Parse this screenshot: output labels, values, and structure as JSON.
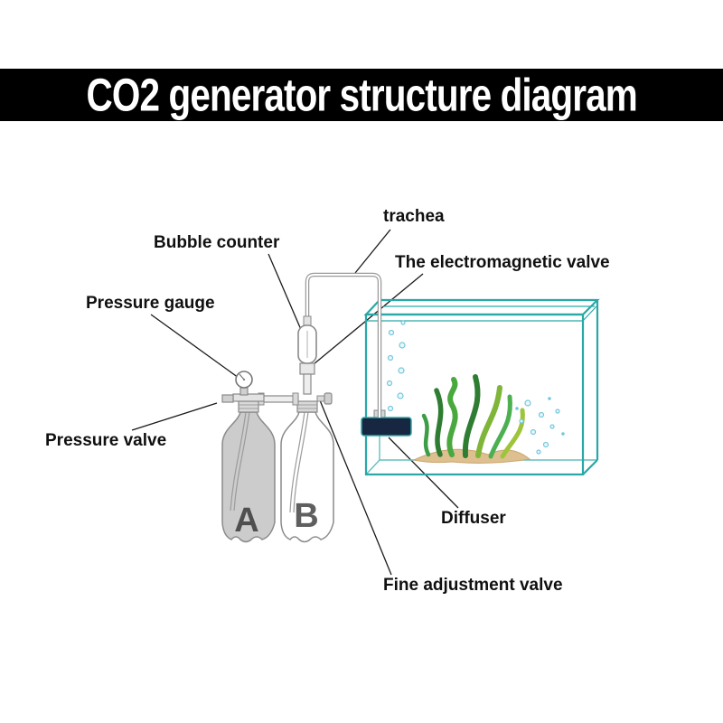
{
  "header": {
    "title": "CO2 generator structure diagram",
    "background": "#000000",
    "text_color": "#ffffff"
  },
  "labels": {
    "trachea": "trachea",
    "bubble_counter": "Bubble counter",
    "electromagnetic_valve": "The electromagnetic valve",
    "pressure_gauge": "Pressure gauge",
    "pressure_valve": "Pressure valve",
    "diffuser": "Diffuser",
    "fine_adjustment_valve": "Fine adjustment valve"
  },
  "bottles": {
    "bottle_a": "A",
    "bottle_b": "B"
  },
  "colors": {
    "tank_outline": "#2aa7a7",
    "tank_hidden_edge": "#63bfbf",
    "plant_dark_green": "#2e7d32",
    "plant_green": "#49a83e",
    "plant_yellow_green": "#9ec43c",
    "bubble_blue": "#74c7dd",
    "sand": "#ddbf90",
    "diffuser_body": "#182741",
    "hardware_gray": "#8a8a8a",
    "bottle_liquid_gray": "#cccccc"
  }
}
